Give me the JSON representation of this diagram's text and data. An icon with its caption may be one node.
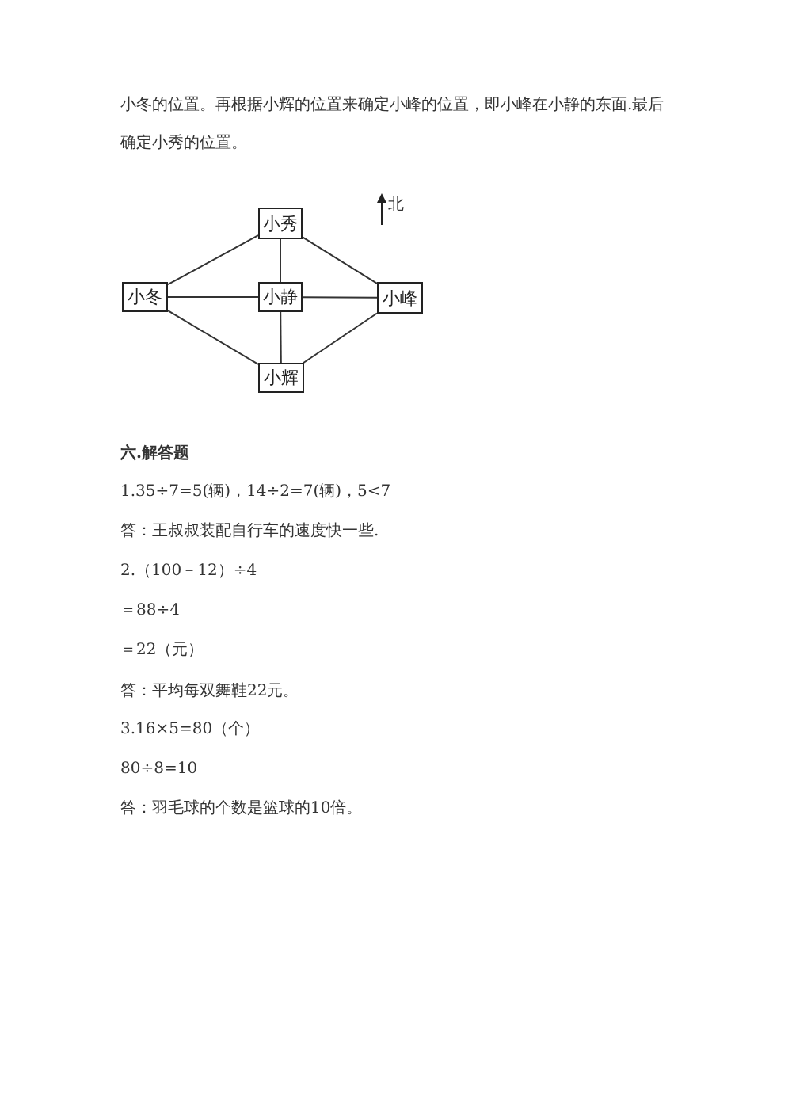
{
  "diagram": {
    "nodes": [
      {
        "text": [
          "小秀"
        ]
      },
      {
        "text": [
          "小冬"
        ]
      },
      {
        "text": [
          "小静"
        ]
      },
      {
        "text": [
          "小峰"
        ]
      },
      {
        "text": [
          "小辉"
        ]
      }
    ],
    "edges": [
      {
        "from": 0,
        "to": 1,
        "arrow": "none"
      },
      {
        "from": 0,
        "to": 3,
        "arrow": "none"
      },
      {
        "from": 0,
        "to": 2,
        "arrow": "none"
      },
      {
        "from": 1,
        "to": 2,
        "arrow": "none"
      },
      {
        "from": 2,
        "to": 3,
        "arrow": "none"
      },
      {
        "from": 1,
        "to": 4,
        "arrow": "none"
      },
      {
        "from": 3,
        "to": 4,
        "arrow": "none"
      },
      {
        "from": 2,
        "to": 4,
        "arrow": "none"
      }
    ],
    "labels": [
      "小冬的位置。再根据小辉的位置来确定小峰的位置，即小峰在小静的东面.最后确定小秀的位置。",
      "北",
      "六.解答题",
      "1.35÷7=5(辆)，14÷2=7(辆)，5<7",
      "答：王叔叔装配自行车的速度快一些.",
      "2.（100－12）÷4",
      "＝88÷4",
      "＝22（元）",
      "答：平均每双舞鞋22元。",
      "3.16×5=80（个）",
      "80÷8=10",
      "答：羽毛球的个数是篮球的10倍。"
    ]
  }
}
